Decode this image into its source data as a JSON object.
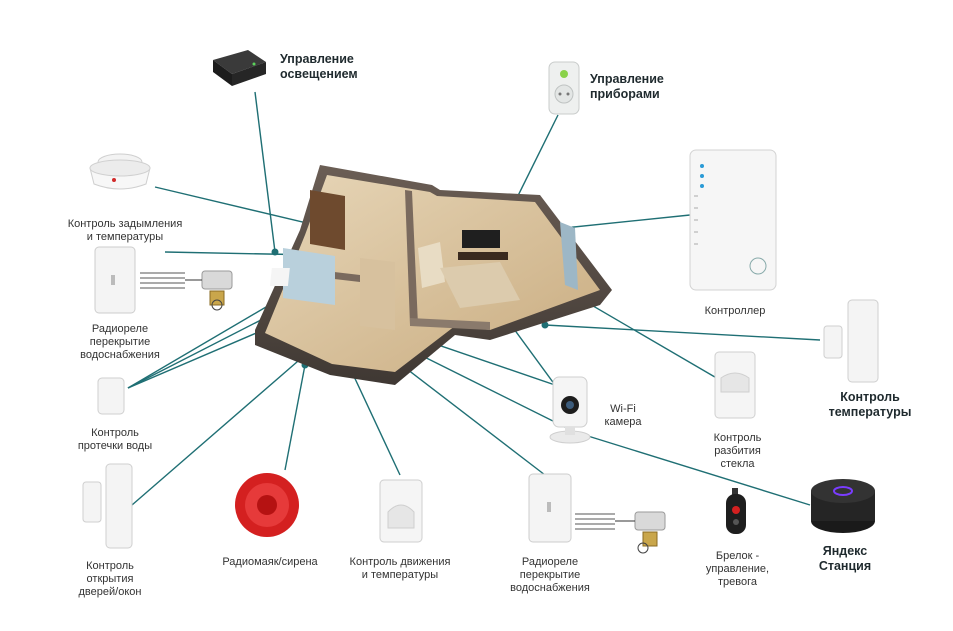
{
  "colors": {
    "connector": "#1f6f74",
    "siren": "#d42020",
    "alice_ring": "#7a3cff"
  },
  "labels": {
    "lighting": [
      "Управление",
      "освещением"
    ],
    "appliances": [
      "Управление",
      "приборами"
    ],
    "smoke": [
      "Контроль задымления",
      "и температуры"
    ],
    "relay_left": [
      "Радиореле",
      "перекрытие",
      "водоснабжения"
    ],
    "leak": [
      "Контроль",
      "протечки воды"
    ],
    "doors": [
      "Контроль",
      "открытия",
      "дверей/окон"
    ],
    "siren": [
      "Радиомаяк/сирена"
    ],
    "motion": [
      "Контроль движения",
      "и температуры"
    ],
    "relay_bottom": [
      "Радиореле",
      "перекрытие",
      "водоснабжения"
    ],
    "wifi_camera": [
      "Wi-Fi",
      "камера"
    ],
    "keyfob": [
      "Брелок -",
      "управление,",
      "тревога"
    ],
    "glass_break": [
      "Контроль",
      "разбития",
      "стекла"
    ],
    "yandex": [
      "Яндекс",
      "Станция"
    ],
    "controller": [
      "Контроллер"
    ],
    "temperature": [
      "Контроль",
      "температуры"
    ]
  },
  "icons": [
    "lighting-module-icon",
    "smart-plug-icon",
    "smoke-detector-icon",
    "relay-sensor-icon",
    "valve-icon",
    "leak-sensor-icon",
    "door-sensor-icon",
    "siren-icon",
    "motion-sensor-icon",
    "wifi-camera-icon",
    "keyfob-icon",
    "glass-break-sensor-icon",
    "yandex-station-icon",
    "controller-hub-icon",
    "temperature-sensor-icon",
    "apartment-floorplan"
  ]
}
